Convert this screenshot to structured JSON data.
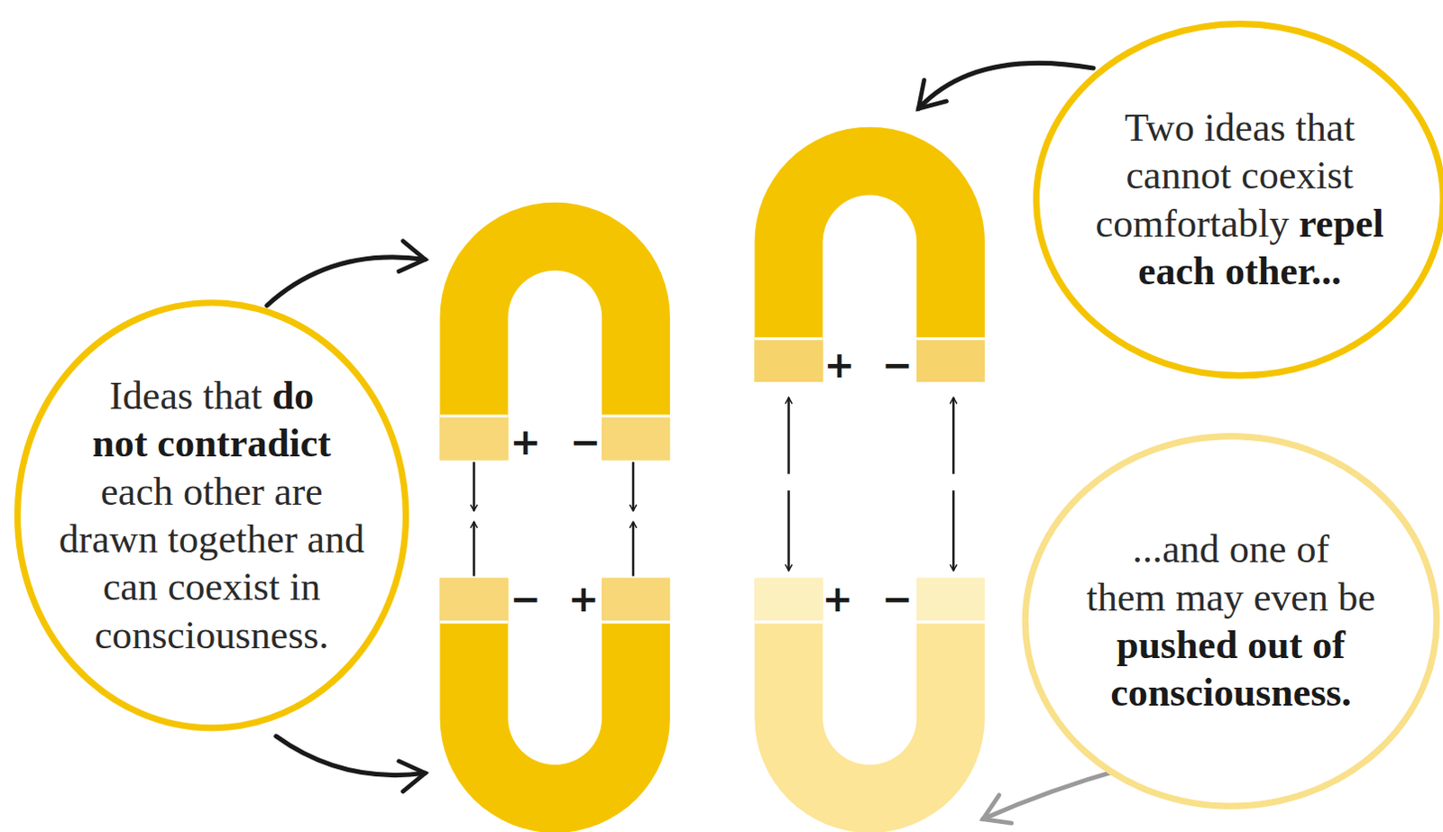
{
  "diagram": {
    "nodes": [
      {
        "text": [
          "Ideas that do not contradict each other are drawn together and can coexist in consciousness."
        ]
      },
      {
        "text": [
          "Two ideas that cannot coexist comfortably repel each other..."
        ]
      },
      {
        "text": [
          "...and one of them may even be pushed out of consciousness."
        ]
      }
    ],
    "labels": [
      "+",
      "−",
      "−",
      "+",
      "+",
      "−",
      "+",
      "−"
    ]
  }
}
